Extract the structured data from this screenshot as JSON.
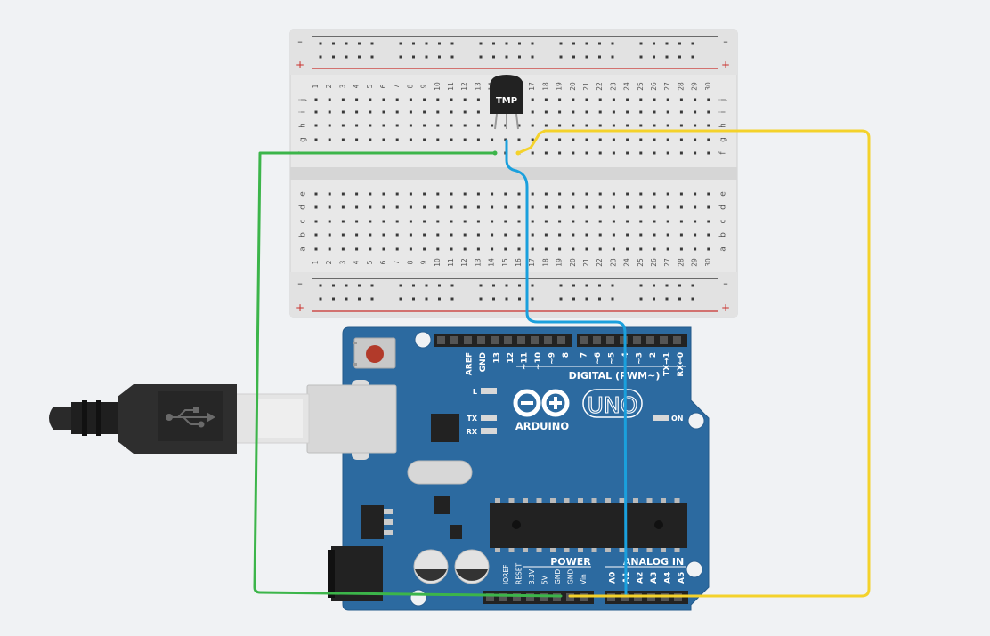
{
  "colors": {
    "canvas": "#f0f2f4",
    "board": "#2c6aa0",
    "breadboard": "#e9e9e9",
    "wire_green": "#3cb54a",
    "wire_blue": "#1aa0dd",
    "wire_yellow": "#f4d22b",
    "rail_red": "#c9302c",
    "rail_black": "#222222"
  },
  "breadboard": {
    "rail_minus": "–",
    "rail_plus": "+",
    "rows_upper": [
      "j",
      "i",
      "h",
      "g",
      "f"
    ],
    "rows_lower": [
      "e",
      "d",
      "c",
      "b",
      "a"
    ],
    "column_count": 30
  },
  "sensor": {
    "label": "TMP"
  },
  "arduino": {
    "brand": "ARDUINO",
    "model": "UNO",
    "digital_label": "DIGITAL (PWM~)",
    "digital_pins_left": [
      "AREF",
      "GND",
      "13",
      "12",
      "~11",
      "~10",
      "~9",
      "8"
    ],
    "digital_pins_right": [
      "7",
      "~6",
      "~5",
      "4",
      "~3",
      "2",
      "TX→1",
      "RX←0"
    ],
    "led_labels": {
      "l": "L",
      "tx": "TX",
      "rx": "RX",
      "on": "ON"
    },
    "power_label": "POWER",
    "power_pins": [
      "IOREF",
      "RESET",
      "3.3V",
      "5V",
      "GND",
      "GND",
      "Vin"
    ],
    "analog_label": "ANALOG IN",
    "analog_pins": [
      "A0",
      "A1",
      "A2",
      "A3",
      "A4",
      "A5"
    ]
  }
}
